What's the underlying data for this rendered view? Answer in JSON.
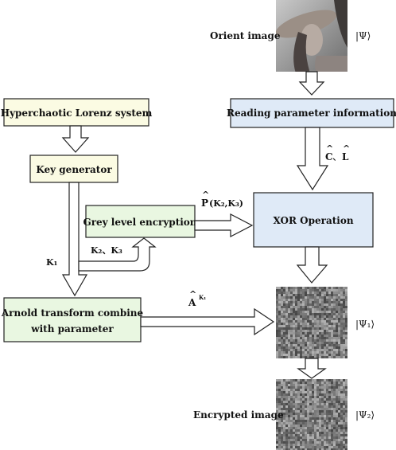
{
  "nodes": {
    "orient_image_label": "Orient image",
    "psi_label": "|Ψ⟩",
    "psi1_label": "|Ψ₁⟩",
    "psi2_label": "|Ψ₂⟩",
    "encrypted_label": "Encrypted image",
    "lorenz": "Hyperchaotic Lorenz system",
    "keygen": "Key generator",
    "grey": "Grey level encryption",
    "arnold_line1": "Arnold transform combine",
    "arnold_line2": "with parameter",
    "reading": "Reading parameter information",
    "xor": "XOR Operation"
  },
  "edge_labels": {
    "c_hat": "C",
    "sep_c_l": "、",
    "l_hat": "L",
    "p_hat": "P",
    "p_args": "(K₂,K₃)",
    "k1": "K₁",
    "k2k3": "K₂、K₃",
    "a_hat": "A",
    "a_sup": "K₁",
    "hat": "^"
  },
  "colors": {
    "yellow_fill": "#fbfbe3",
    "green_fill": "#e9f7e1",
    "blue_fill": "#dfeaf7",
    "stroke": "#222222",
    "noise_dark": "#5a5a5a",
    "noise_light": "#a0a0a0"
  },
  "images": {
    "orient": "portrait-photo-grayscale",
    "encrypted1": "noise-image",
    "encrypted2": "noise-image"
  }
}
